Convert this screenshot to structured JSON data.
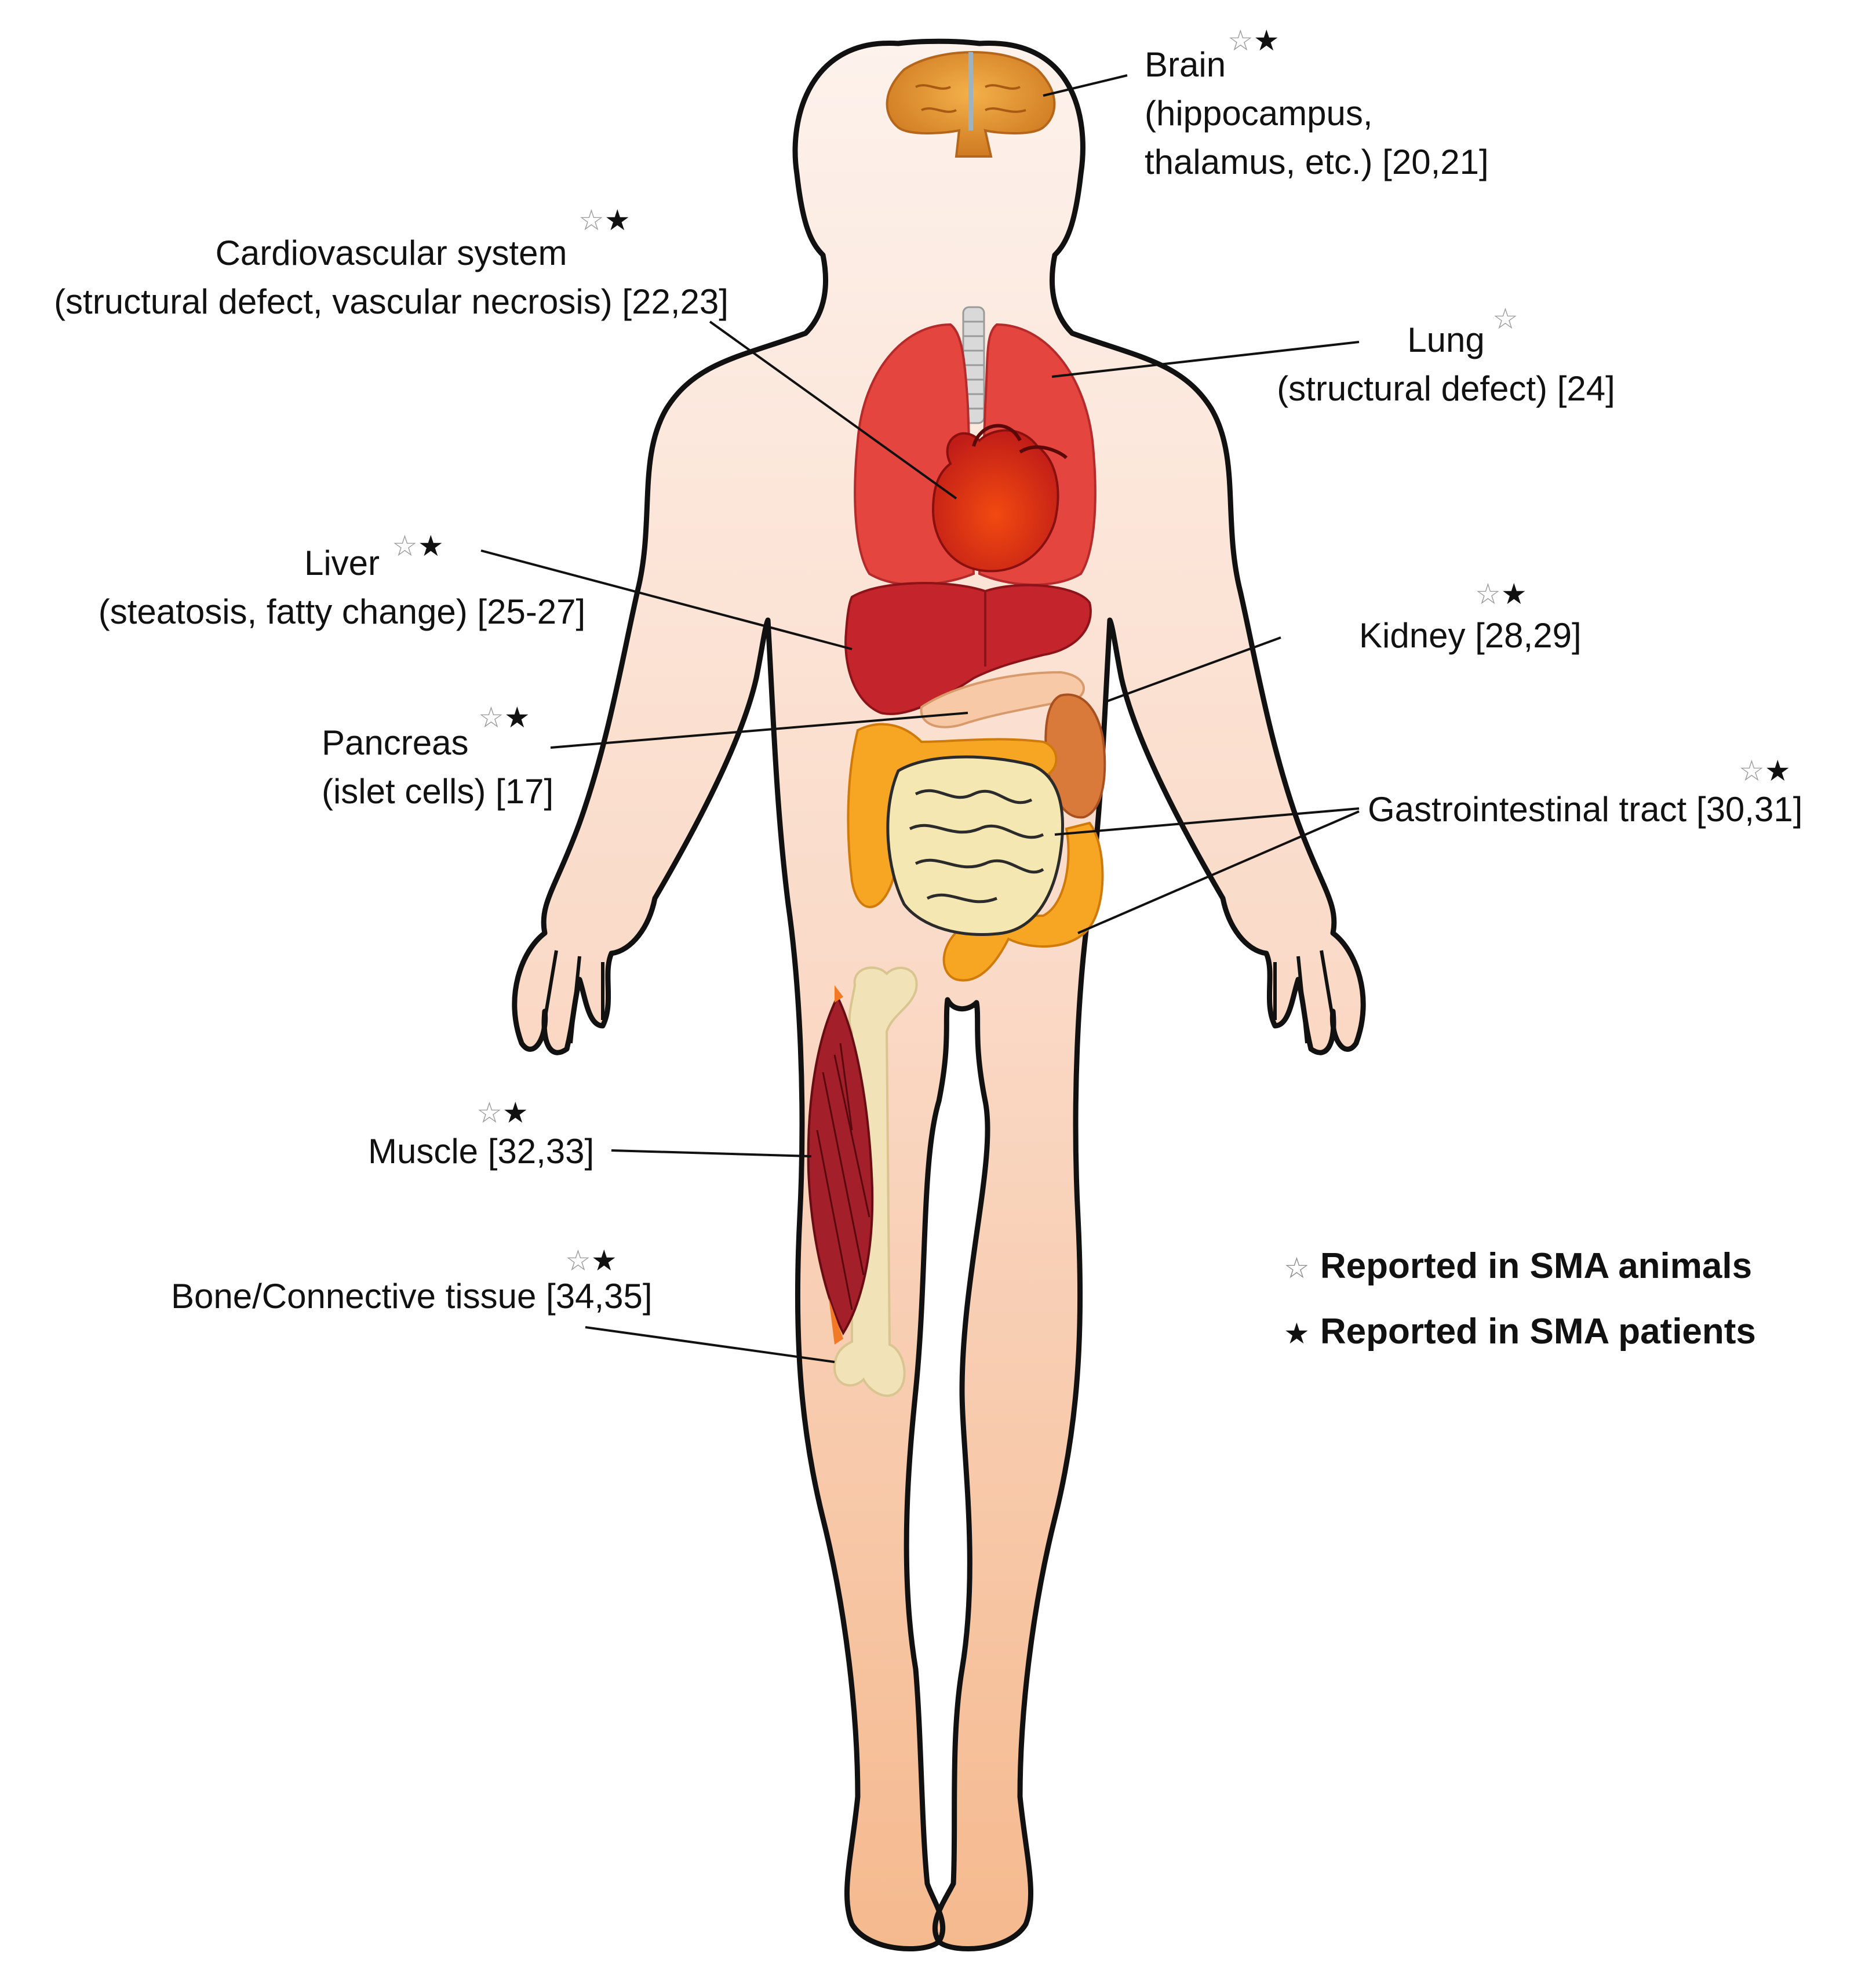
{
  "organs": {
    "brain": {
      "name": "Brain",
      "detail_1": "(hippocampus,",
      "detail_2": "thalamus, etc.) [20,21]"
    },
    "cardio": {
      "name": "Cardiovascular system",
      "detail": "(structural defect, vascular necrosis) [22,23]"
    },
    "lung": {
      "name": "Lung",
      "detail": "(structural defect) [24]"
    },
    "liver": {
      "name": "Liver",
      "detail": "(steatosis, fatty change) [25-27]"
    },
    "kidney": {
      "name": "Kidney [28,29]"
    },
    "pancreas": {
      "name": "Pancreas",
      "detail": "(islet cells) [17]"
    },
    "gi": {
      "name": "Gastrointestinal tract [30,31]"
    },
    "muscle": {
      "name": "Muscle [32,33]"
    },
    "bone": {
      "name": "Bone/Connective tissue [34,35]"
    }
  },
  "symbols": {
    "animal": "☆",
    "patient": "★"
  },
  "legend": {
    "animals": "Reported in SMA animals",
    "patients": "Reported in SMA patients"
  },
  "colors": {
    "skin": "#fbd9c4",
    "lung": "#e8423c",
    "heart": "#d8311c",
    "liver": "#c4242c",
    "brain": "#e39a2a",
    "intestine": "#f5e7b2",
    "colon": "#f6a623",
    "muscle": "#a3202a",
    "bone": "#f1e2b8"
  }
}
